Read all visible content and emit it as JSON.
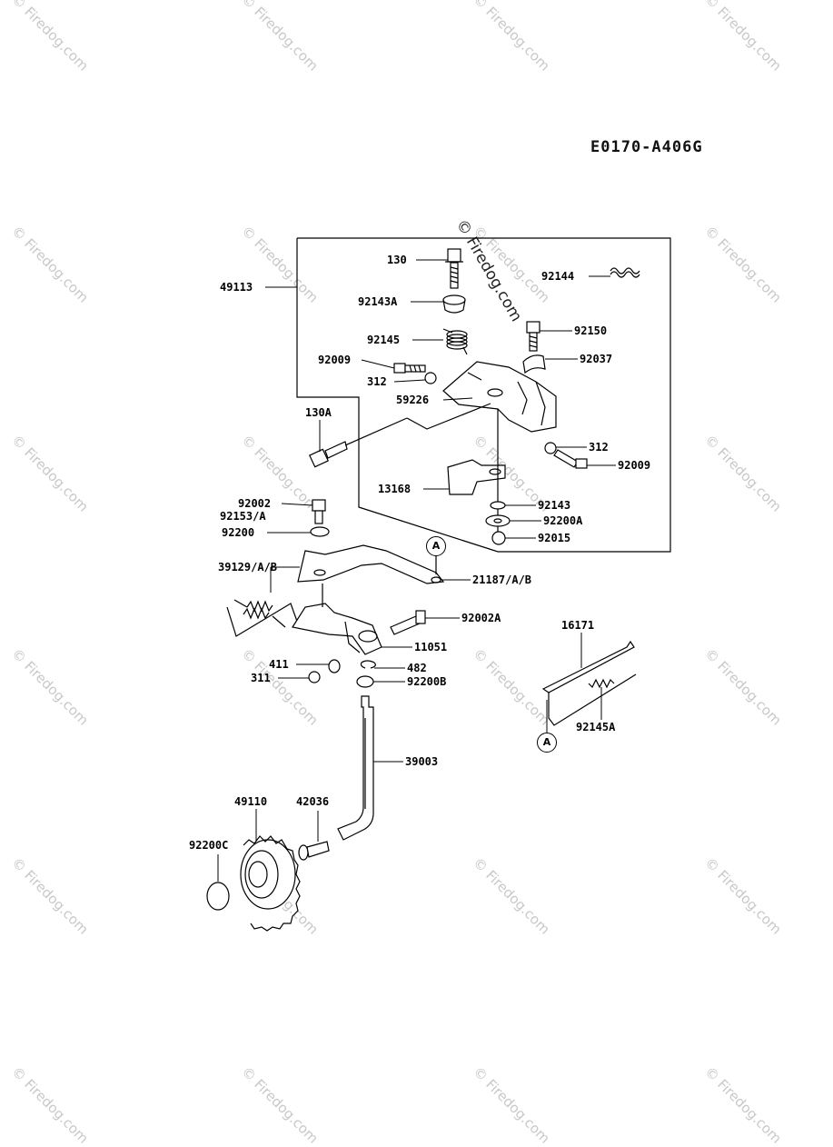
{
  "diagram_code": "E0170-A406G",
  "watermark_text": "© Firedog.com",
  "center_watermark": "© Firedog.com",
  "callout_letter": "A",
  "labels": {
    "p130": "130",
    "p92144": "92144",
    "p49113": "49113",
    "p92143A": "92143A",
    "p92150": "92150",
    "p92145": "92145",
    "p92037": "92037",
    "p92009a": "92009",
    "p312a": "312",
    "p59226": "59226",
    "p130A": "130A",
    "p312b": "312",
    "p92009b": "92009",
    "p13168": "13168",
    "p92143": "92143",
    "p92002": "92002",
    "p92153": "92153/A",
    "p92200A": "92200A",
    "p92200": "92200",
    "p92015": "92015",
    "p39129": "39129/A/B",
    "p21187": "21187/A/B",
    "p92002A": "92002A",
    "p16171": "16171",
    "p11051": "11051",
    "p411": "411",
    "p482": "482",
    "p311": "311",
    "p92200B": "92200B",
    "p92145A": "92145A",
    "p39003": "39003",
    "p49110": "49110",
    "p42036": "42036",
    "p92200C": "92200C"
  }
}
